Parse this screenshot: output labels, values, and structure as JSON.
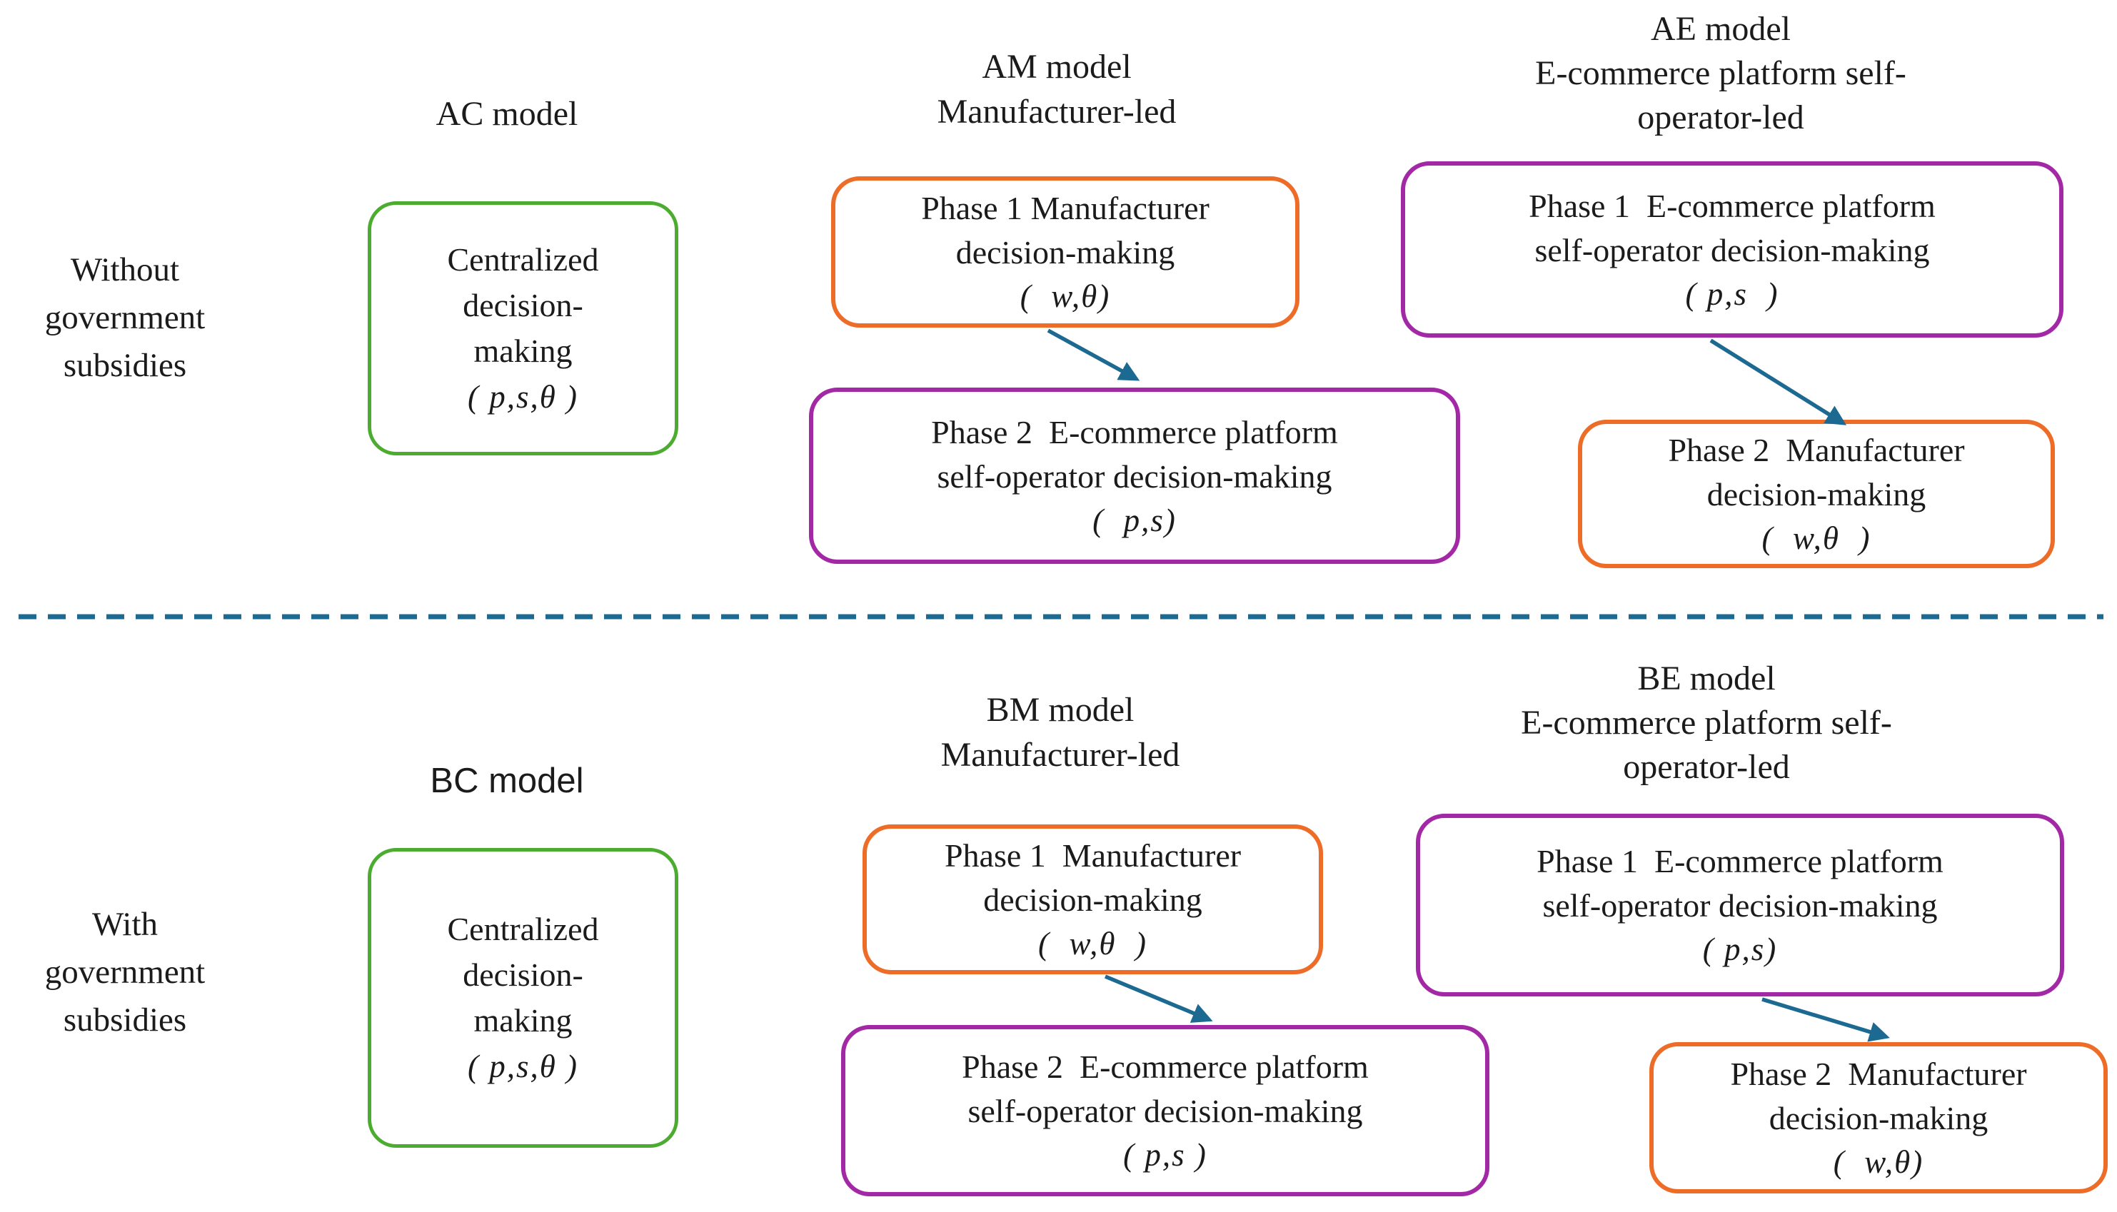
{
  "figure_type": "supply-chain decision model comparison diagram",
  "colors": {
    "centralized_box_border": "#4cac30",
    "manufacturer_box_border": "#ed6c28",
    "platform_box_border": "#a328a6",
    "arrow_and_divider": "#1c6992",
    "text": "#1b1b1b",
    "background": "#ffffff"
  },
  "divider": {
    "style": "dashed horizontal line"
  },
  "rows": [
    {
      "row_label_lines": [
        "Without",
        "government",
        "subsidies"
      ],
      "models": [
        {
          "title_lines": [
            "AC model"
          ],
          "centralized": {
            "lines": [
              "Centralized",
              "decision-",
              "making"
            ],
            "params": "( p,s,θ )"
          }
        },
        {
          "title_lines": [
            "AM model",
            "Manufacturer-led"
          ],
          "phase1": {
            "lines": [
              "Phase 1 Manufacturer",
              "decision-making"
            ],
            "params": "(  w,θ)"
          },
          "phase2": {
            "lines": [
              "Phase 2  E-commerce platform",
              "self-operator decision-making"
            ],
            "params": "(  p,s)"
          }
        },
        {
          "title_lines": [
            "AE model",
            "E-commerce platform self-",
            "operator-led"
          ],
          "phase1": {
            "lines": [
              "Phase 1  E-commerce platform",
              "self-operator decision-making"
            ],
            "params": "( p,s  )"
          },
          "phase2": {
            "lines": [
              "Phase 2  Manufacturer",
              "decision-making"
            ],
            "params": "(  w,θ  )"
          }
        }
      ]
    },
    {
      "row_label_lines": [
        "With",
        "government",
        "subsidies"
      ],
      "models": [
        {
          "title_lines": [
            "BC model"
          ],
          "centralized": {
            "lines": [
              "Centralized",
              "decision-",
              "making"
            ],
            "params": "( p,s,θ )"
          }
        },
        {
          "title_lines": [
            "BM model",
            "Manufacturer-led"
          ],
          "phase1": {
            "lines": [
              "Phase 1  Manufacturer",
              "decision-making"
            ],
            "params": "(  w,θ  )"
          },
          "phase2": {
            "lines": [
              "Phase 2  E-commerce platform",
              "self-operator decision-making"
            ],
            "params": "( p,s )"
          }
        },
        {
          "title_lines": [
            "BE model",
            "E-commerce platform self-",
            "operator-led"
          ],
          "phase1": {
            "lines": [
              "Phase 1  E-commerce platform",
              "self-operator decision-making"
            ],
            "params": "( p,s)"
          },
          "phase2": {
            "lines": [
              "Phase 2  Manufacturer",
              "decision-making"
            ],
            "params": "(  w,θ)"
          }
        }
      ]
    }
  ]
}
